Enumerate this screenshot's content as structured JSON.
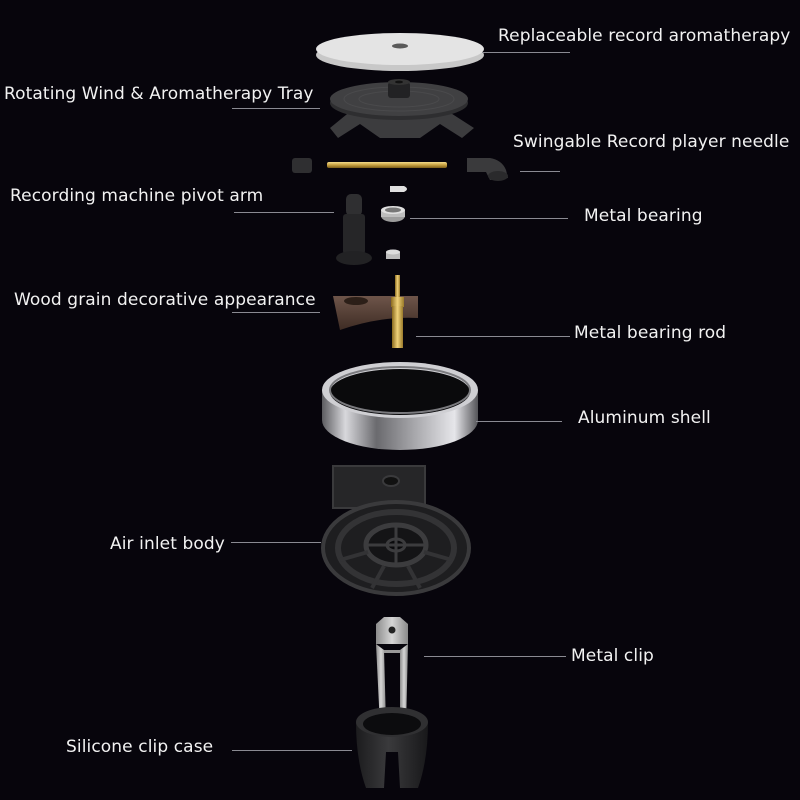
{
  "diagram": {
    "type": "exploded-view",
    "subject": "Record player car aromatherapy diffuser",
    "background_color": "#07050c",
    "text_color": "#f2f2f2",
    "leader_color": "#8a8a92",
    "callouts": [
      {
        "id": "replaceable-record",
        "label": "Replaceable record aromatherapy",
        "side": "right"
      },
      {
        "id": "rotating-tray",
        "label": "Rotating Wind & Aromatherapy Tray",
        "side": "left"
      },
      {
        "id": "needle",
        "label": "Swingable Record player needle",
        "side": "right"
      },
      {
        "id": "pivot-arm",
        "label": "Recording machine pivot arm",
        "side": "left"
      },
      {
        "id": "metal-bearing",
        "label": "Metal bearing",
        "side": "right"
      },
      {
        "id": "wood-grain",
        "label": "Wood grain decorative appearance",
        "side": "left"
      },
      {
        "id": "bearing-rod",
        "label": "Metal bearing rod",
        "side": "right"
      },
      {
        "id": "aluminum-shell",
        "label": "Aluminum shell",
        "side": "right"
      },
      {
        "id": "air-inlet",
        "label": "Air inlet body",
        "side": "left"
      },
      {
        "id": "metal-clip",
        "label": "Metal clip",
        "side": "right"
      },
      {
        "id": "silicone-case",
        "label": "Silicone clip case",
        "side": "left"
      }
    ],
    "components": [
      {
        "name": "record-disc",
        "color": "#e2e2e2"
      },
      {
        "name": "tray",
        "color": "#3a3a3c"
      },
      {
        "name": "brass-rod",
        "color": "#c9a94a"
      },
      {
        "name": "wood-plate",
        "color": "#5a4438"
      },
      {
        "name": "brass-pin",
        "color": "#d9b95a"
      },
      {
        "name": "aluminum-ring",
        "color": "#9a9a9e"
      },
      {
        "name": "air-inlet",
        "color": "#2e2e30"
      },
      {
        "name": "clip",
        "color": "#bdbdbd"
      },
      {
        "name": "silicone-case",
        "color": "#262628"
      }
    ]
  }
}
